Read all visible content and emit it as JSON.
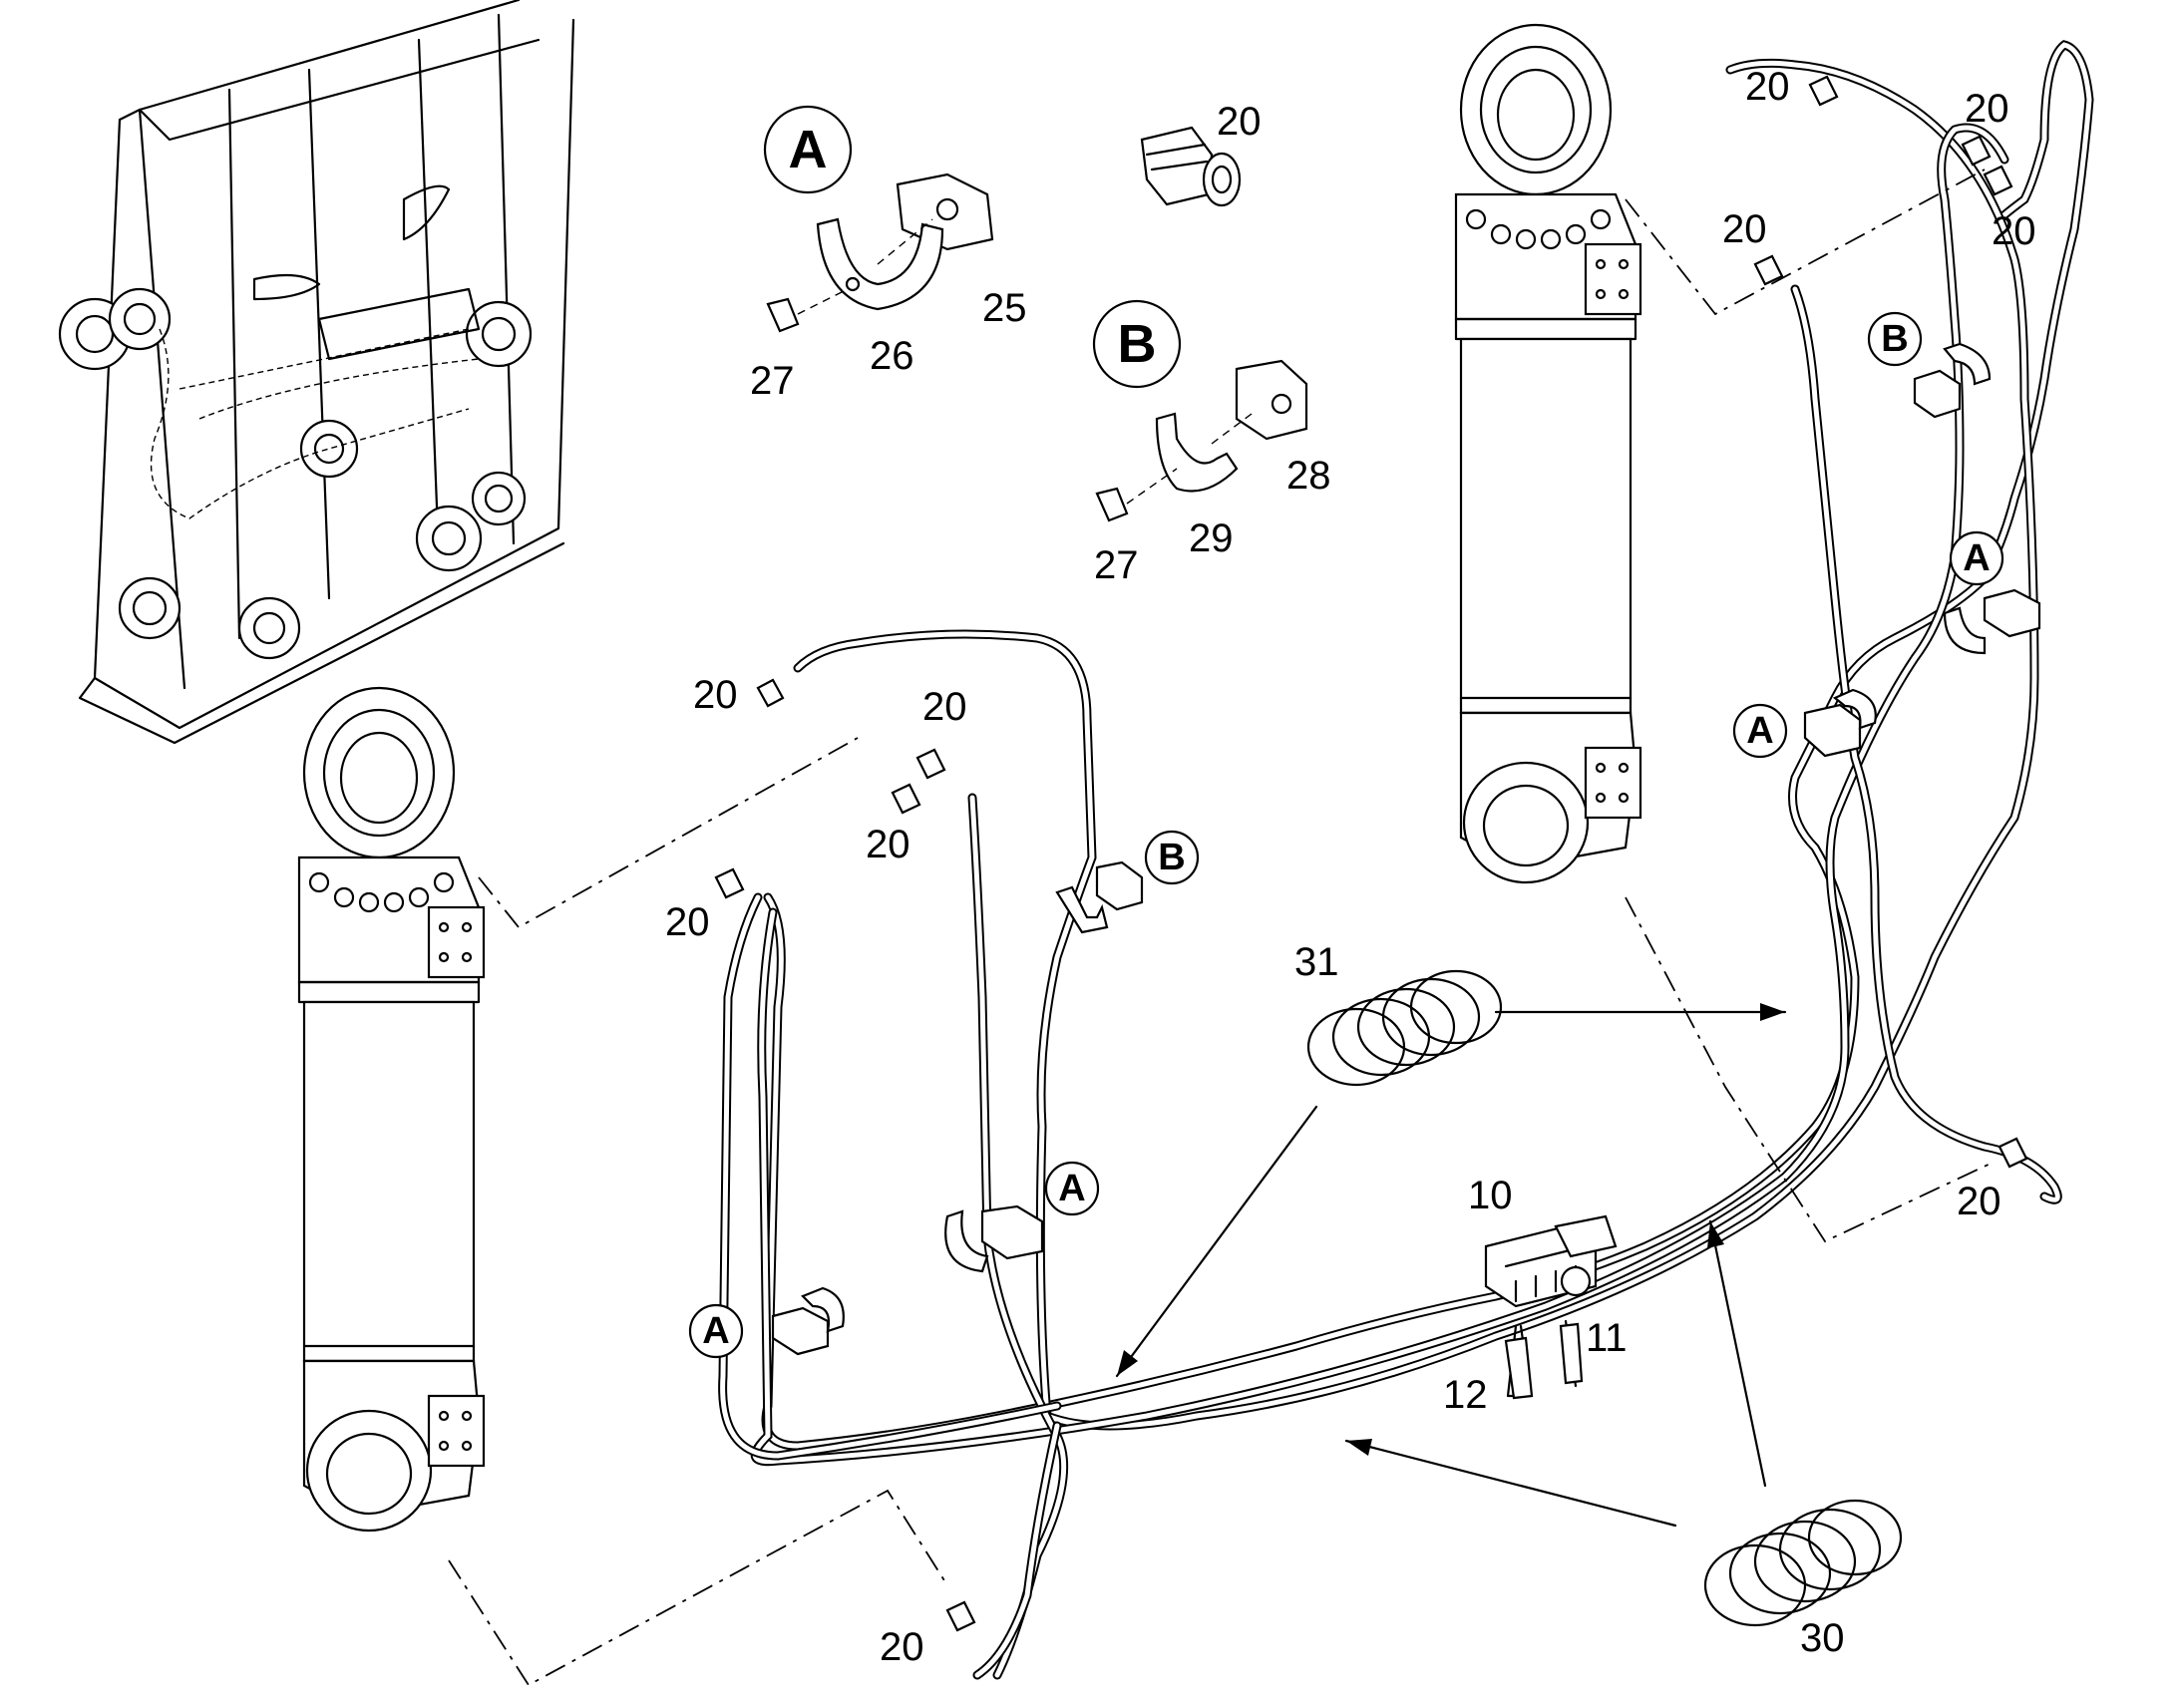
{
  "labels": {
    "p10": "10",
    "p11": "11",
    "p12": "12",
    "p20": "20",
    "p25": "25",
    "p26": "26",
    "p27": "27",
    "p28": "28",
    "p29": "29",
    "p30": "30",
    "p31": "31"
  },
  "detail_marks": {
    "a": "A",
    "b": "B"
  }
}
